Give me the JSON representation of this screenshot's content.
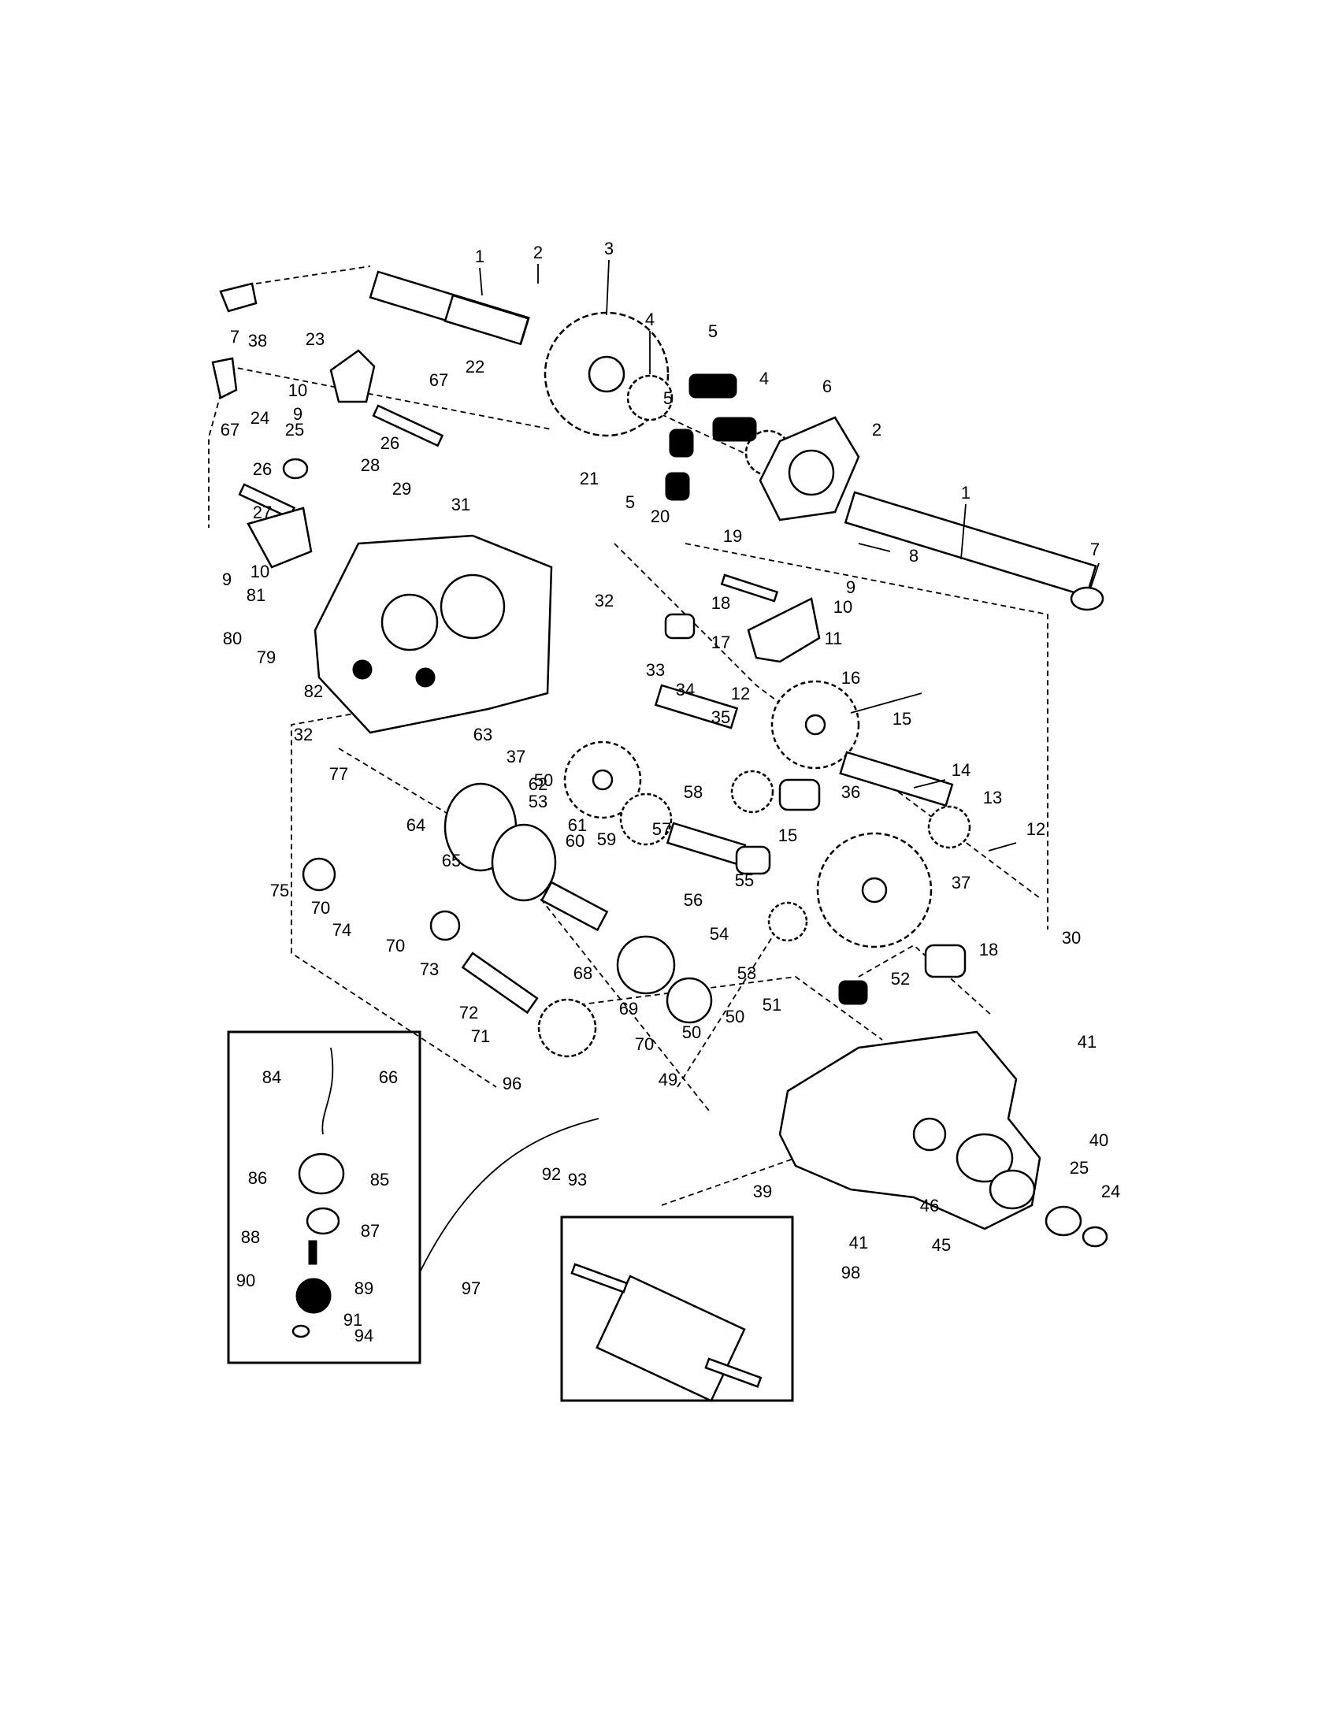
{
  "labels": [
    "1",
    "2",
    "3",
    "4",
    "5",
    "6",
    "7",
    "8",
    "9",
    "10",
    "11",
    "12",
    "13",
    "14",
    "15",
    "16",
    "17",
    "18",
    "19",
    "20",
    "21",
    "22",
    "23",
    "24",
    "25",
    "26",
    "27",
    "28",
    "29",
    "30",
    "31",
    "32",
    "33",
    "34",
    "35",
    "36",
    "37",
    "38",
    "39",
    "40",
    "41",
    "45",
    "46",
    "49",
    "50",
    "51",
    "52",
    "53",
    "54",
    "55",
    "56",
    "57",
    "58",
    "59",
    "60",
    "61",
    "62",
    "63",
    "64",
    "65",
    "66",
    "67",
    "68",
    "69",
    "70",
    "71",
    "72",
    "73",
    "74",
    "75",
    "77",
    "79",
    "80",
    "81",
    "82",
    "84",
    "85",
    "86",
    "87",
    "88",
    "89",
    "90",
    "91",
    "92",
    "93",
    "94",
    "96",
    "97",
    "98"
  ]
}
